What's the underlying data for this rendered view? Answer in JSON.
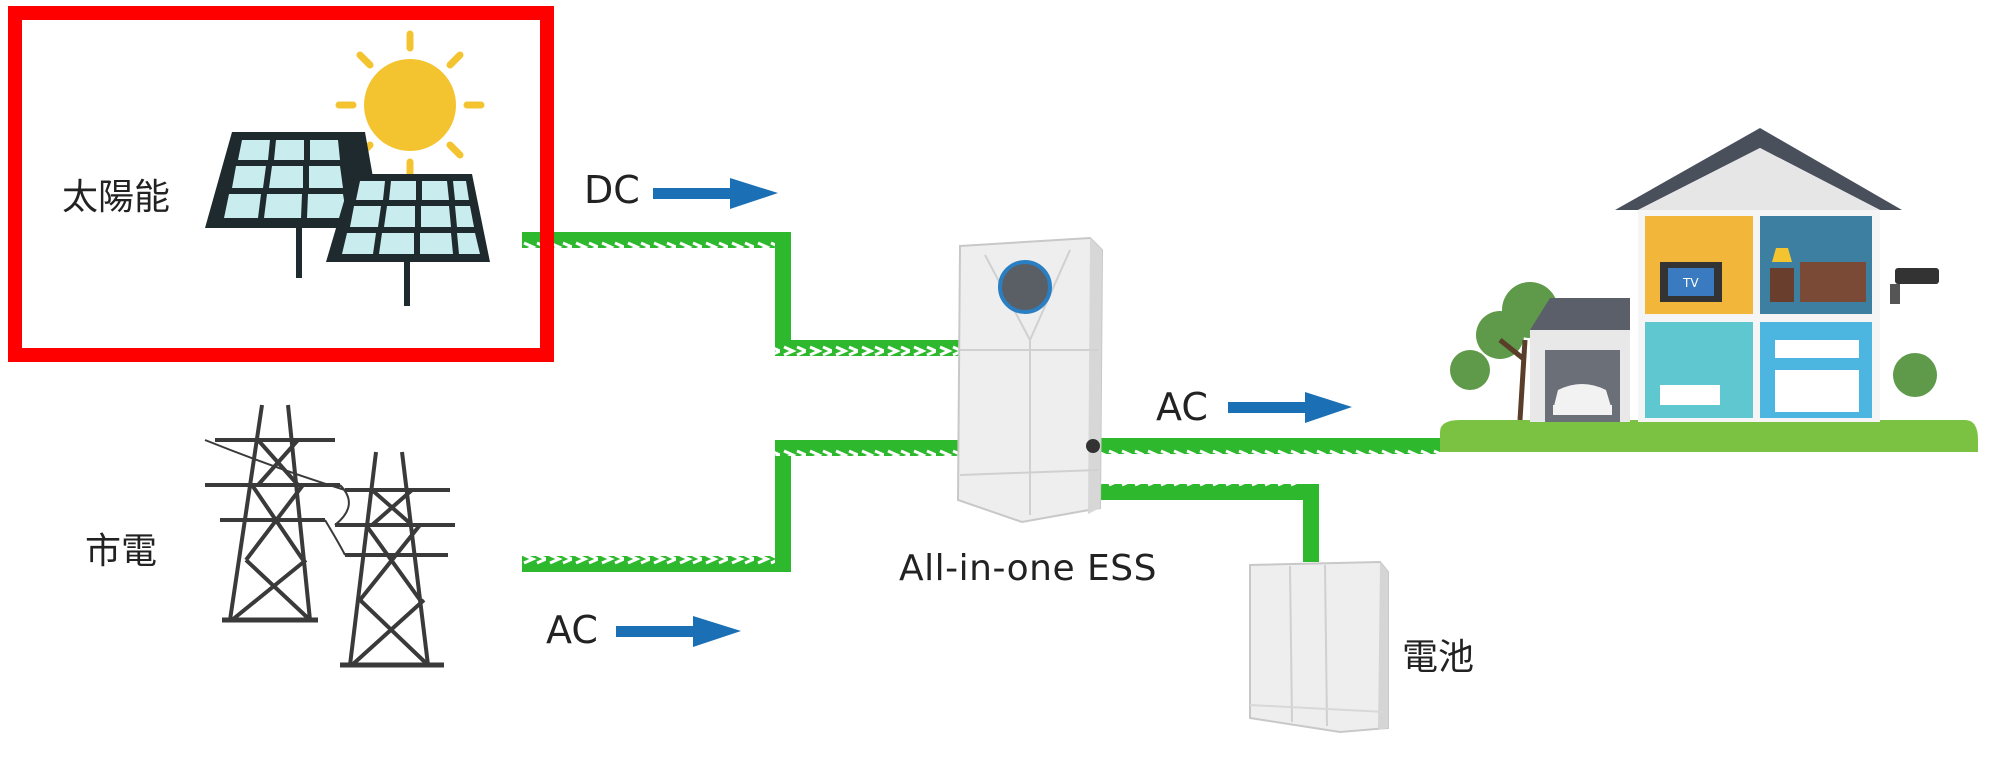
{
  "labels": {
    "solar": "太陽能",
    "grid": "市電",
    "battery": "電池",
    "ess": "All-in-one ESS",
    "dc_flow": "DC",
    "ac_flow_grid": "AC",
    "ac_flow_home": "AC",
    "tv_text": "TV"
  },
  "colors": {
    "highlight": "#ff0000",
    "wire": "#2eb82e",
    "arrow": "#1a6fb5",
    "sun": "#f4c430",
    "panel_cell": "#c9ecef",
    "panel_frame": "#1f2a2e",
    "lawn": "#7cc242",
    "roof": "#4a4f5c"
  },
  "icons": [
    "sun-icon",
    "solar-panel-icon",
    "power-tower-icon",
    "ess-cabinet-icon",
    "battery-cabinet-icon",
    "house-icon",
    "car-icon",
    "camera-icon"
  ]
}
